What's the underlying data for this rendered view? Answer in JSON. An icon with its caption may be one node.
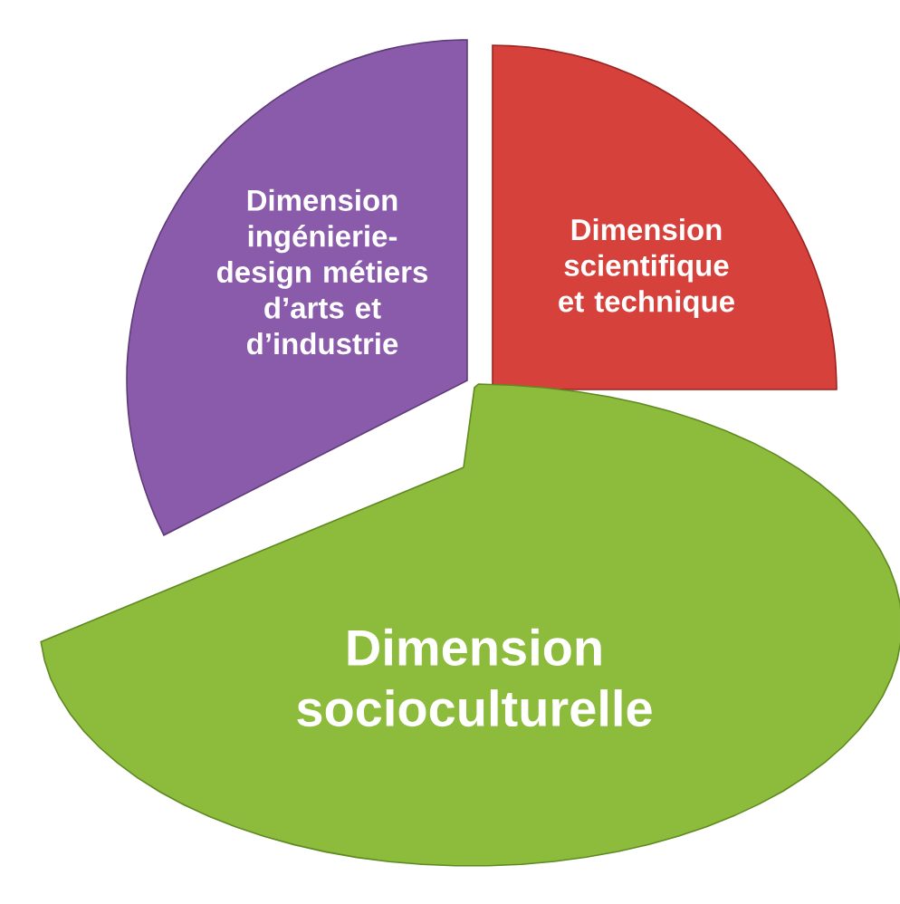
{
  "diagram": {
    "nodes": [
      {
        "text": [
          "Dimension ingénierie-design métiers d’arts et d’industrie"
        ]
      },
      {
        "text": [
          "Dimension scientifique et technique"
        ]
      },
      {
        "text": [
          "Dimension socioculturelle"
        ]
      }
    ]
  }
}
